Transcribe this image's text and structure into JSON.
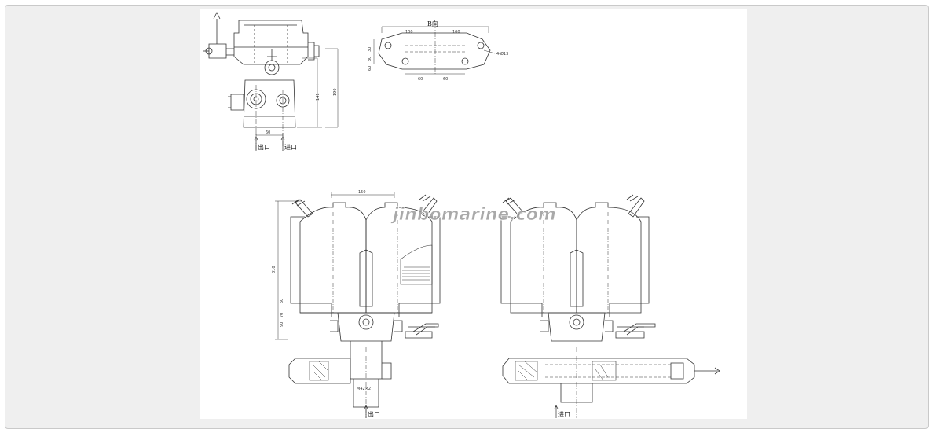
{
  "drawing": {
    "watermark": "jinbomarine.com",
    "view_b_label": "B向",
    "hole_spec": "4-Ø13",
    "outlet_label": "出口",
    "inlet_label": "进口",
    "bottom_left_outlet": "出口",
    "bottom_right_inlet": "进口",
    "pipe_spec": "M42×2",
    "dims": {
      "top_a": "100",
      "top_b": "100",
      "bot_a": "60",
      "bot_b": "60",
      "side_a": "30",
      "side_b": "30",
      "side_c": "60",
      "side_view_w": "60",
      "side_view_h1": "141",
      "side_view_h2": "190",
      "front_w": "150",
      "front_h": "310",
      "front_h2": "50",
      "front_h3": "70",
      "front_h4": "90"
    }
  },
  "colors": {
    "frame_bg": "#efefef",
    "sheet_bg": "#ffffff",
    "ink": "#333333",
    "watermark": "#9a9a9a"
  }
}
